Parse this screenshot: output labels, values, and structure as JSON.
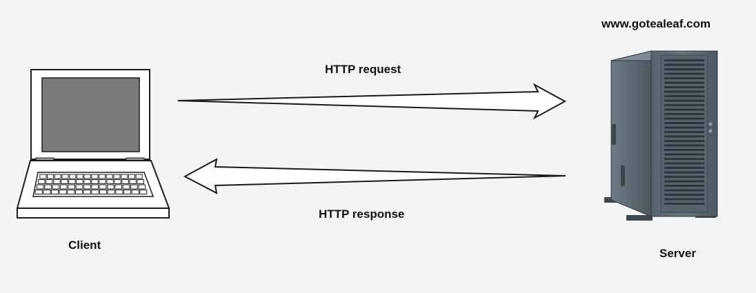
{
  "diagram": {
    "server_url": "www.gotealeaf.com",
    "request_label": "HTTP request",
    "response_label": "HTTP response",
    "client_label": "Client",
    "server_label": "Server"
  },
  "icons": {
    "client": "laptop-icon",
    "server": "server-tower-icon"
  },
  "colors": {
    "background": "#f4f4f4",
    "outline": "#1a1a1a",
    "laptop_screen": "#7c7c7c",
    "server_body": "#4a5a63"
  }
}
